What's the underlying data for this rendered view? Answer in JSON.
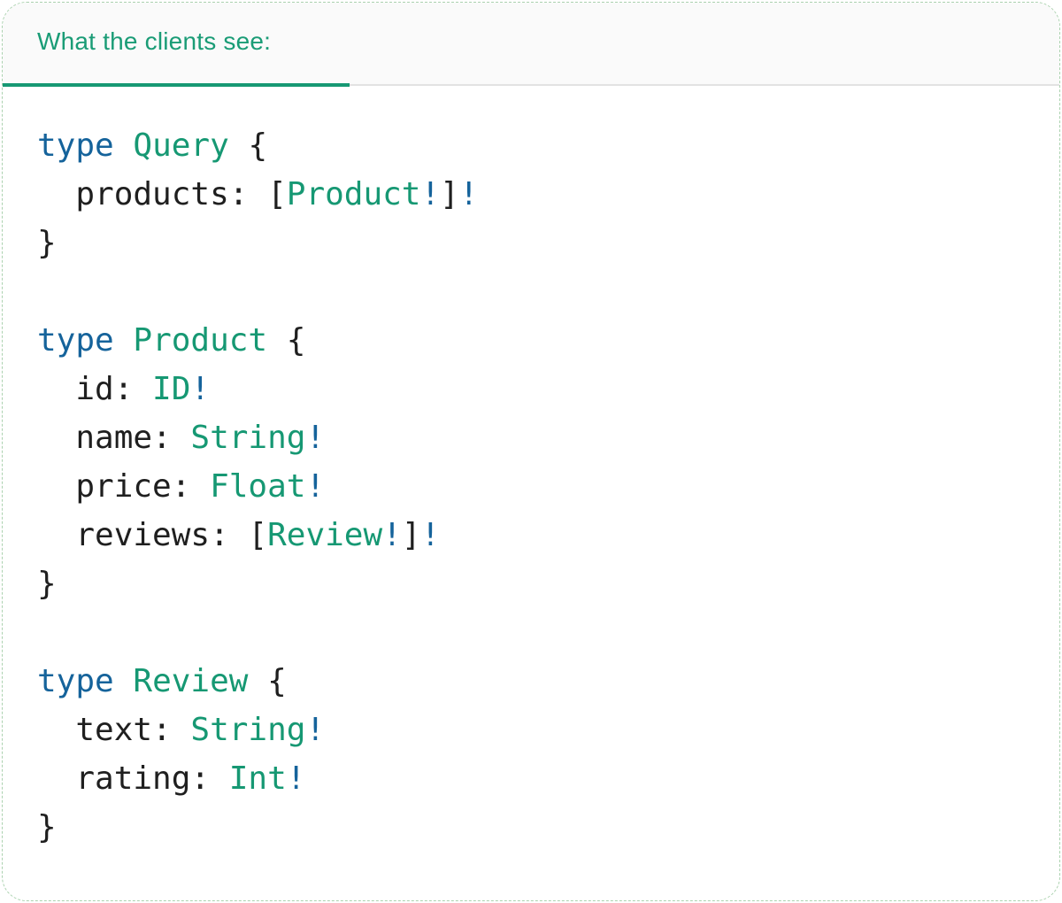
{
  "tab": {
    "label": "What the clients see:"
  },
  "colors": {
    "card_bg": "#ffffff",
    "card_border": "#abd2af",
    "header_bg": "#fafafa",
    "divider": "#e2e2e2",
    "tab_text": "#1a9c76",
    "tab_underline": "#169873",
    "code_plain": "#1f1f1f",
    "code_keyword": "#15639b",
    "code_type": "#169873",
    "code_bang": "#15639b"
  },
  "code": {
    "lines": [
      [
        {
          "c": "keyword",
          "t": "type"
        },
        {
          "c": "plain",
          "t": " "
        },
        {
          "c": "type",
          "t": "Query"
        },
        {
          "c": "plain",
          "t": " {"
        }
      ],
      [
        {
          "c": "plain",
          "t": "  products: ["
        },
        {
          "c": "type",
          "t": "Product"
        },
        {
          "c": "bang",
          "t": "!"
        },
        {
          "c": "plain",
          "t": "]"
        },
        {
          "c": "bang",
          "t": "!"
        }
      ],
      [
        {
          "c": "plain",
          "t": "}"
        }
      ],
      [],
      [
        {
          "c": "keyword",
          "t": "type"
        },
        {
          "c": "plain",
          "t": " "
        },
        {
          "c": "type",
          "t": "Product"
        },
        {
          "c": "plain",
          "t": " {"
        }
      ],
      [
        {
          "c": "plain",
          "t": "  id: "
        },
        {
          "c": "type",
          "t": "ID"
        },
        {
          "c": "bang",
          "t": "!"
        }
      ],
      [
        {
          "c": "plain",
          "t": "  name: "
        },
        {
          "c": "type",
          "t": "String"
        },
        {
          "c": "bang",
          "t": "!"
        }
      ],
      [
        {
          "c": "plain",
          "t": "  price: "
        },
        {
          "c": "type",
          "t": "Float"
        },
        {
          "c": "bang",
          "t": "!"
        }
      ],
      [
        {
          "c": "plain",
          "t": "  reviews: ["
        },
        {
          "c": "type",
          "t": "Review"
        },
        {
          "c": "bang",
          "t": "!"
        },
        {
          "c": "plain",
          "t": "]"
        },
        {
          "c": "bang",
          "t": "!"
        }
      ],
      [
        {
          "c": "plain",
          "t": "}"
        }
      ],
      [],
      [
        {
          "c": "keyword",
          "t": "type"
        },
        {
          "c": "plain",
          "t": " "
        },
        {
          "c": "type",
          "t": "Review"
        },
        {
          "c": "plain",
          "t": " {"
        }
      ],
      [
        {
          "c": "plain",
          "t": "  text: "
        },
        {
          "c": "type",
          "t": "String"
        },
        {
          "c": "bang",
          "t": "!"
        }
      ],
      [
        {
          "c": "plain",
          "t": "  rating: "
        },
        {
          "c": "type",
          "t": "Int"
        },
        {
          "c": "bang",
          "t": "!"
        }
      ],
      [
        {
          "c": "plain",
          "t": "}"
        }
      ]
    ]
  }
}
